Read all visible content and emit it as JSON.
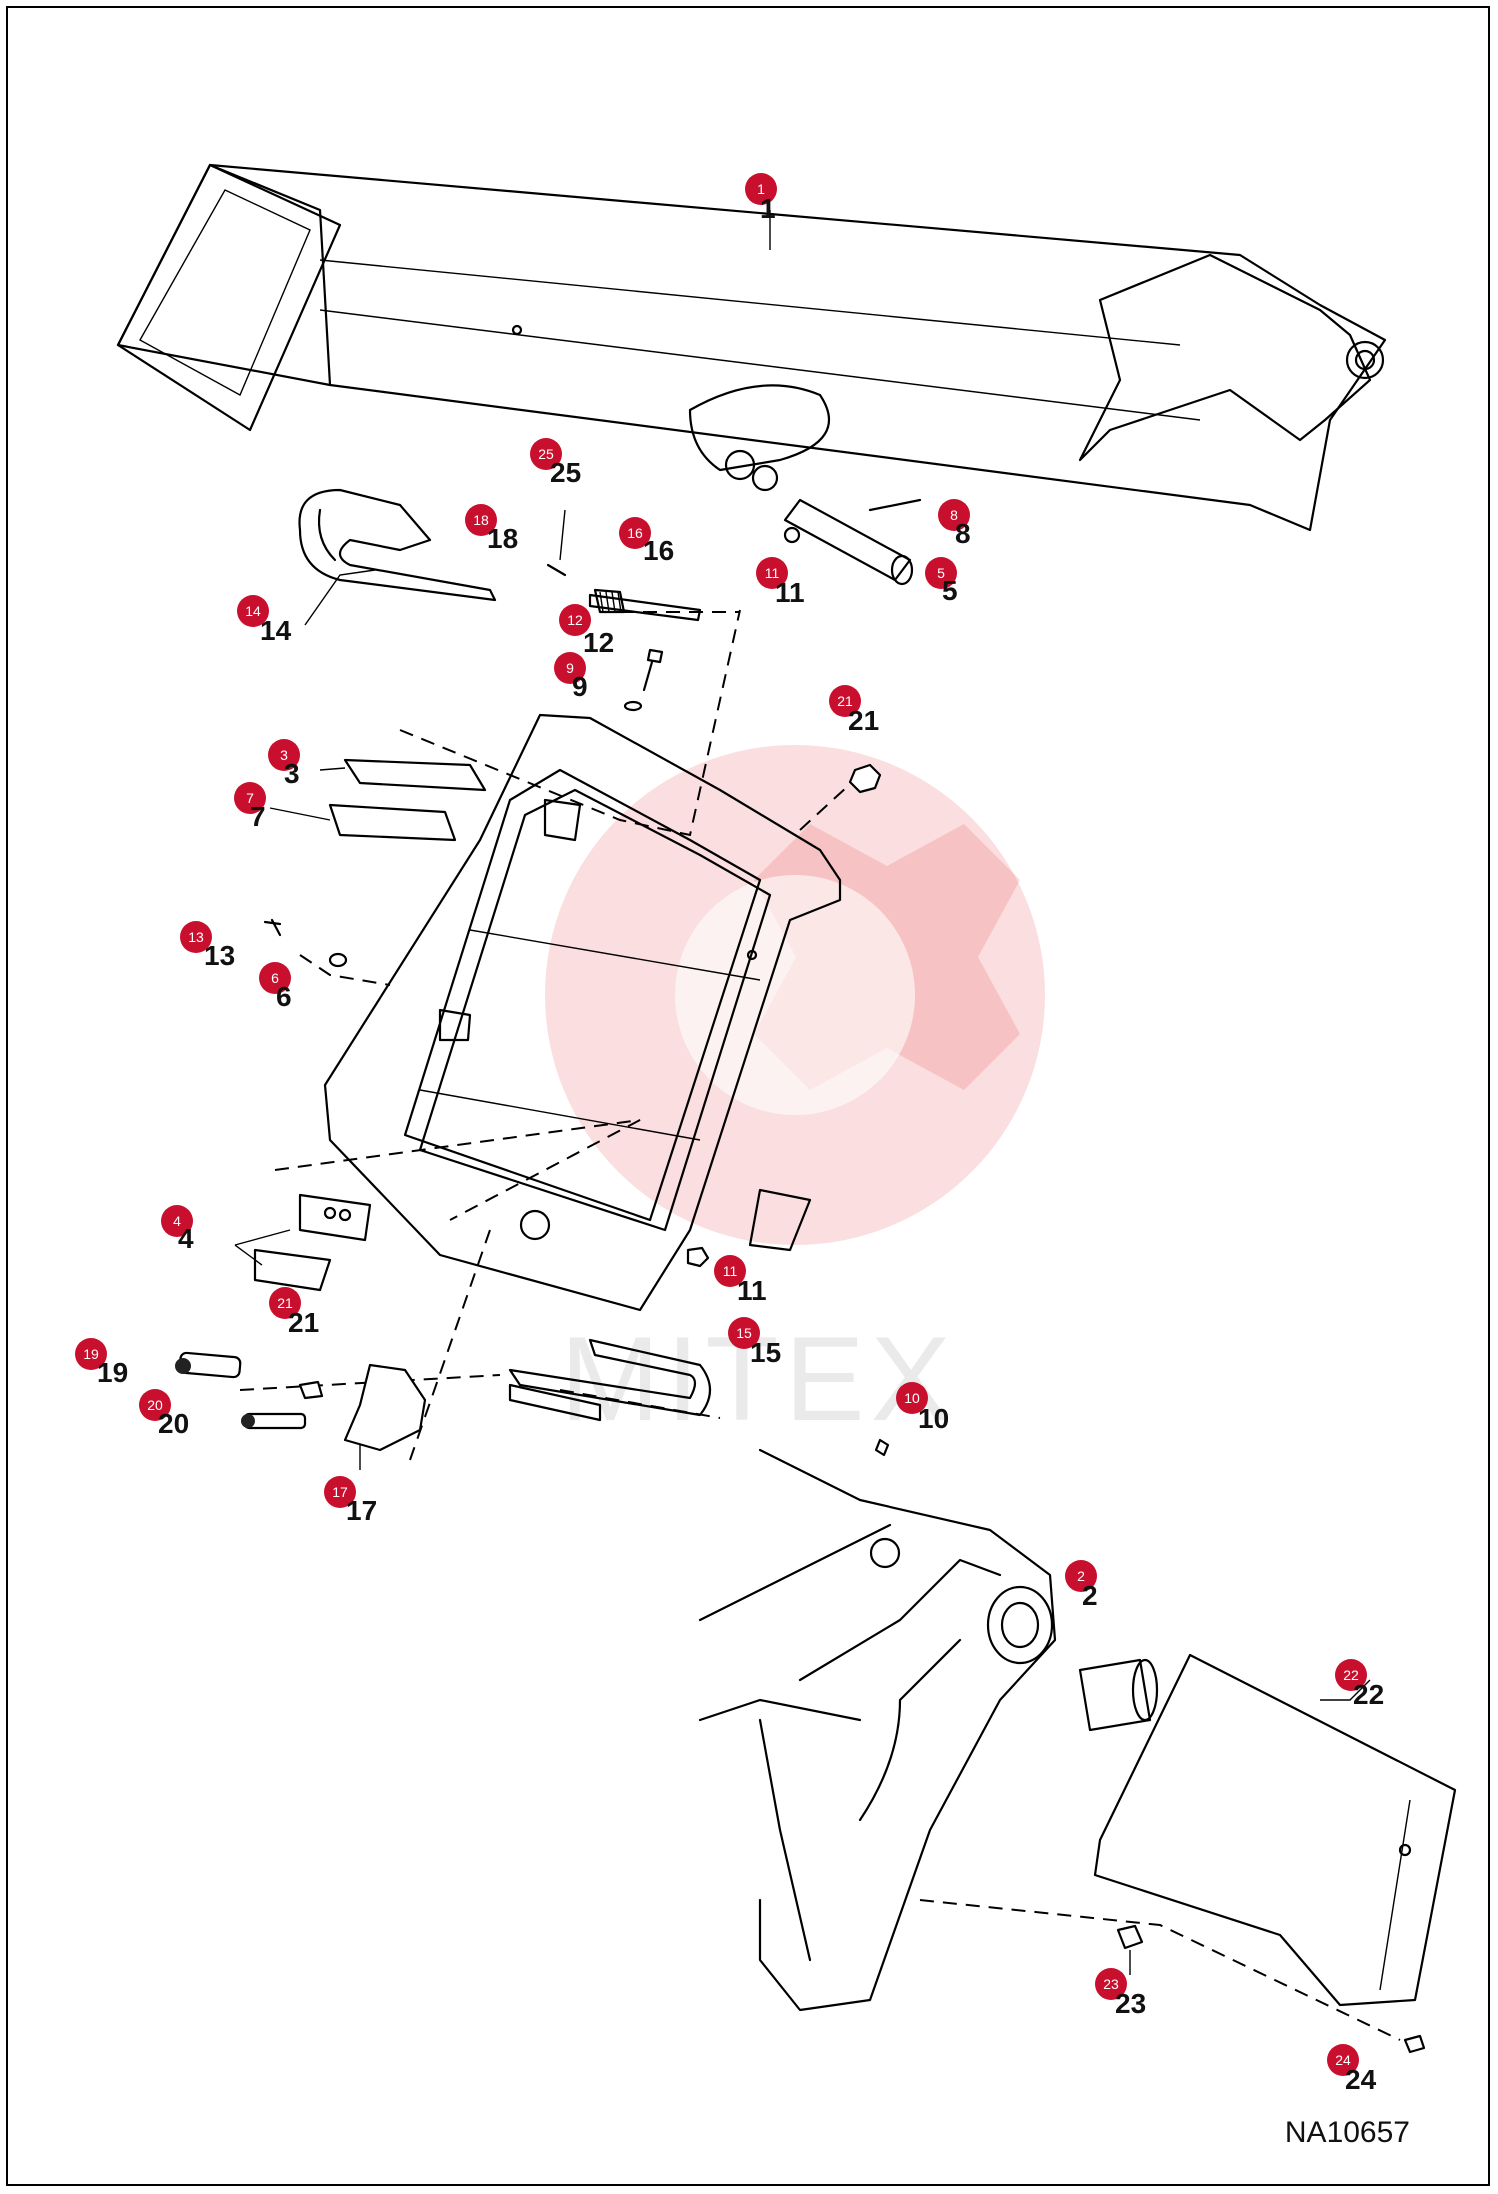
{
  "drawing_code": "NA10657",
  "watermark_text": "MITEX",
  "accent_color": "#c8102e",
  "callouts": [
    {
      "id": "1",
      "label": "1"
    },
    {
      "id": "2",
      "label": "2"
    },
    {
      "id": "3",
      "label": "3"
    },
    {
      "id": "4",
      "label": "4"
    },
    {
      "id": "5",
      "label": "5"
    },
    {
      "id": "6",
      "label": "6"
    },
    {
      "id": "7",
      "label": "7"
    },
    {
      "id": "8",
      "label": "8"
    },
    {
      "id": "9",
      "label": "9"
    },
    {
      "id": "10",
      "label": "10"
    },
    {
      "id": "11a",
      "label": "11"
    },
    {
      "id": "11b",
      "label": "11"
    },
    {
      "id": "12",
      "label": "12"
    },
    {
      "id": "13",
      "label": "13"
    },
    {
      "id": "14",
      "label": "14"
    },
    {
      "id": "15",
      "label": "15"
    },
    {
      "id": "16",
      "label": "16"
    },
    {
      "id": "17",
      "label": "17"
    },
    {
      "id": "18",
      "label": "18"
    },
    {
      "id": "19",
      "label": "19"
    },
    {
      "id": "20",
      "label": "20"
    },
    {
      "id": "21a",
      "label": "21"
    },
    {
      "id": "21b",
      "label": "21"
    },
    {
      "id": "22",
      "label": "22"
    },
    {
      "id": "23",
      "label": "23"
    },
    {
      "id": "24",
      "label": "24"
    },
    {
      "id": "25",
      "label": "25"
    }
  ]
}
